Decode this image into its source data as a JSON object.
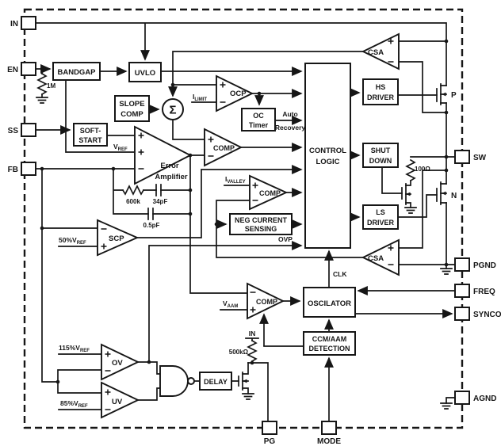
{
  "diagram": {
    "pins": {
      "in": "IN",
      "en": "EN",
      "ss": "SS",
      "fb": "FB",
      "sw": "SW",
      "pgnd": "PGND",
      "freq": "FREQ",
      "synco": "SYNCO",
      "agnd": "AGND",
      "pg": "PG",
      "mode": "MODE"
    },
    "fets": {
      "p": "P",
      "n": "N"
    },
    "blocks": {
      "bandgap": "BANDGAP",
      "uvlo": "UVLO",
      "slope": [
        "SLOPE",
        "COMP"
      ],
      "soft_start": [
        "SOFT-",
        "START"
      ],
      "oc_timer": [
        "OC",
        "Timer"
      ],
      "control_logic": [
        "CONTROL",
        "LOGIC"
      ],
      "hs_driver": [
        "HS",
        "DRIVER"
      ],
      "shut_down": [
        "SHUT",
        "DOWN"
      ],
      "ls_driver": [
        "LS",
        "DRIVER"
      ],
      "neg_current": [
        "NEG CURRENT",
        "SENSING"
      ],
      "ccm_aam": [
        "CCM/AAM",
        "DETECTION"
      ],
      "oscillator": "OSCILATOR",
      "delay": "DELAY"
    },
    "comparators": {
      "csa_hs": "CSA",
      "csa_ls": "CSA",
      "ocp": "OCP",
      "pwm": "COMP",
      "valley": "COMP",
      "aam": "COMP",
      "scp": "SCP",
      "ov": "OV",
      "uv": "UV",
      "error_amp": [
        "Error",
        "Amplifier"
      ],
      "summer": "Σ"
    },
    "signals": {
      "i_limit": {
        "base": "I",
        "sub": "LIMIT"
      },
      "i_valley": {
        "base": "I",
        "sub": "VALLEY"
      },
      "v_ref": {
        "base": "V",
        "sub": "REF"
      },
      "v_aam": {
        "base": "V",
        "sub": "AAM"
      },
      "ref_50": {
        "base": "50%V",
        "sub": "REF"
      },
      "ref_115": {
        "base": "115%V",
        "sub": "REF"
      },
      "ref_85": {
        "base": "85%V",
        "sub": "REF"
      },
      "auto_recovery": [
        "Auto",
        "Recovery"
      ],
      "ovp": "OVP",
      "clk": "CLK",
      "in_tap": "IN"
    },
    "values": {
      "en_pulldown": "1M",
      "fb_res": "600k",
      "fb_cap": "34pF",
      "fb_cap2": "0.5pF",
      "sw_res": "100Ω",
      "pg_res": "500kΩ"
    }
  }
}
